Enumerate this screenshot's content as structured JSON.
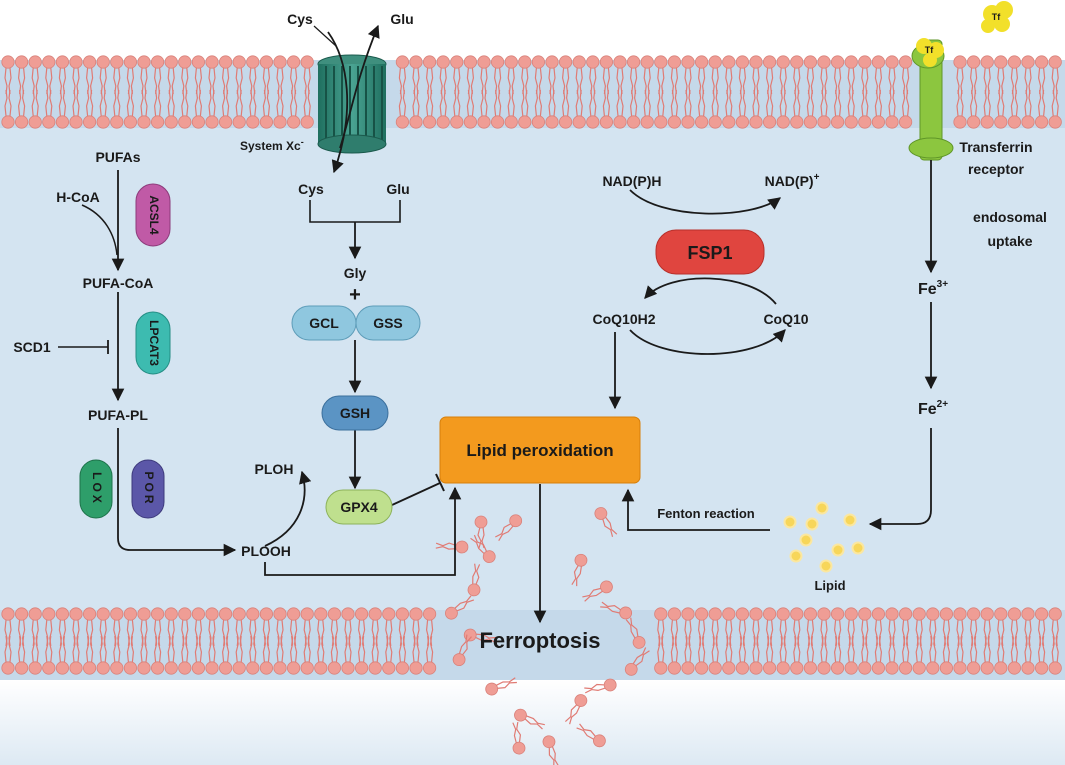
{
  "labels": {
    "cys_top": "Cys",
    "glu_top": "Glu",
    "system_xc": "System Xc",
    "system_xc_sup": "-",
    "cys_inner": "Cys",
    "glu_inner": "Glu",
    "gly": "Gly",
    "plus": "+",
    "gcl": "GCL",
    "gss": "GSS",
    "gsh": "GSH",
    "gpx4": "GPX4",
    "ploh": "PLOH",
    "plooh": "PLOOH",
    "pufas": "PUFAs",
    "h_coa": "H-CoA",
    "acsl4": "ACSL4",
    "pufa_coa": "PUFA-CoA",
    "scd1": "SCD1",
    "lpcat3": "LPCAT3",
    "pufa_pl": "PUFA-PL",
    "lox": "LOX",
    "por": "POR",
    "nadph": "NAD(P)H",
    "nadp": "NAD(P)",
    "nadp_sup": "+",
    "fsp1": "FSP1",
    "coq10h2": "CoQ10H2",
    "coq10": "CoQ10",
    "lipid_peroxidation": "Lipid peroxidation",
    "ferroptosis": "Ferroptosis",
    "tf_free": "Tf",
    "tf_bound": "Tf",
    "transferrin_1": "Transferrin",
    "transferrin_2": "receptor",
    "endosomal_1": "endosomal",
    "endosomal_2": "uptake",
    "fe3": "Fe",
    "fe3_sup": "3+",
    "fe2": "Fe",
    "fe2_sup": "2+",
    "fenton": "Fenton reaction",
    "lipid": "Lipid"
  },
  "colors": {
    "membrane_band": "#c9dcec",
    "cytoplasm": "#d6e6f3",
    "lipid_head": "#ef9d95",
    "lipid_tail": "#e07b74",
    "acsl4": "#c05aa6",
    "lpcat3": "#3dbbb0",
    "lox": "#2e9e6a",
    "por": "#5b57a8",
    "gcl": "#8fc7df",
    "gsh": "#5b94c4",
    "gpx4": "#bfe08e",
    "fsp1": "#e0453f",
    "lipid_peroxidation": "#f39a1e",
    "transferrin_receptor": "#8cc63f",
    "tf": "#f2e02a",
    "lipid_dot": "#f7d65a"
  }
}
